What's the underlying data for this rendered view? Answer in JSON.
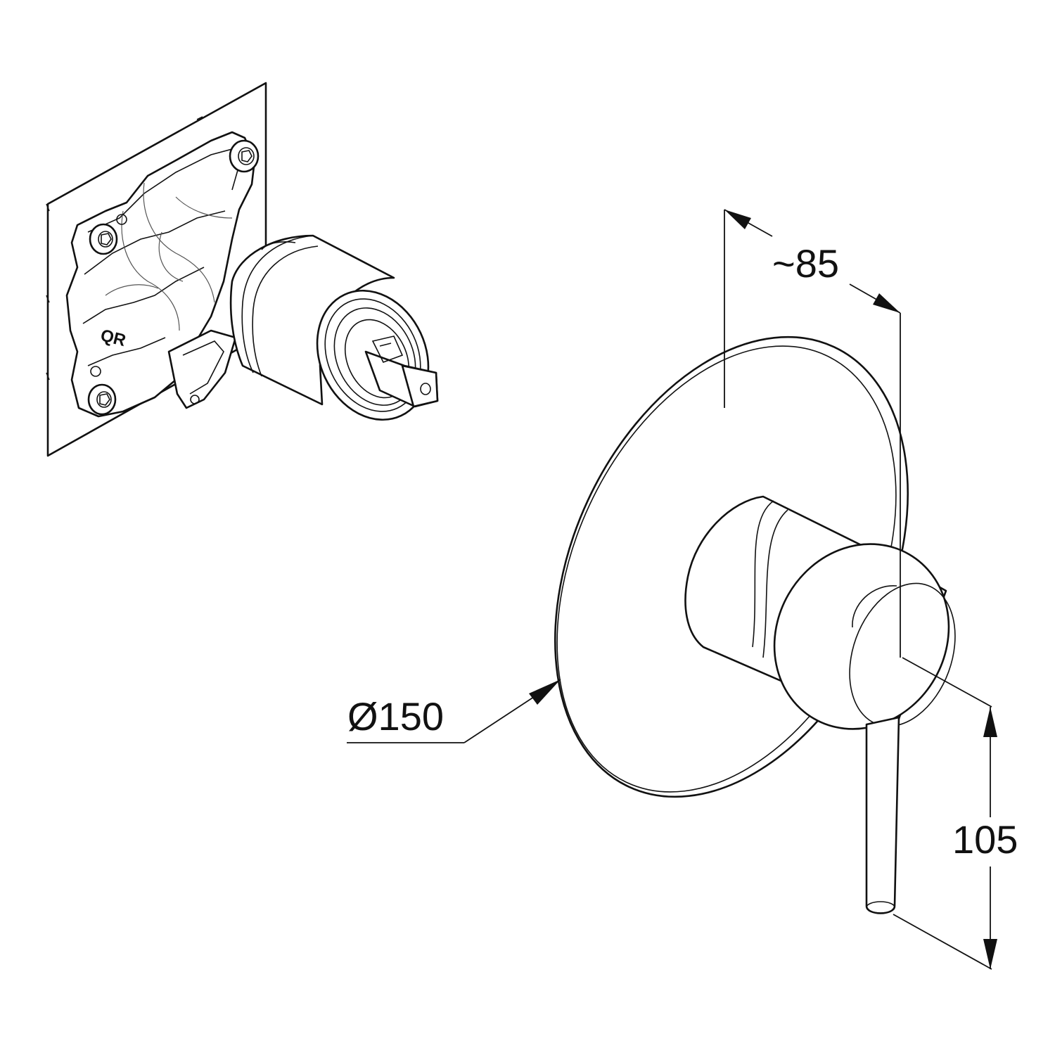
{
  "dimensions": {
    "depth_label": "~85",
    "diameter_label": "Ø150",
    "height_label": "105"
  },
  "rough_in_body": {
    "logo_text": "QR"
  }
}
